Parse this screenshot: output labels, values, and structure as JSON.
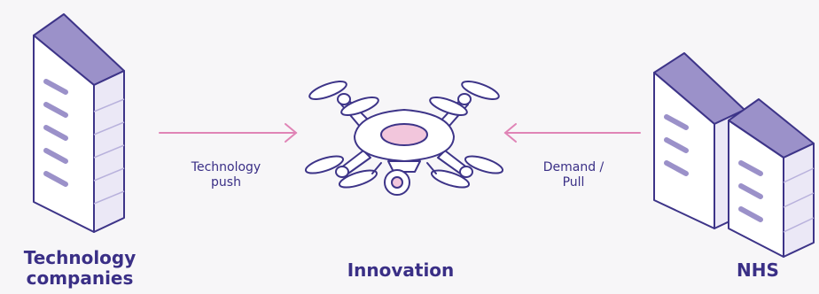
{
  "left_actor": {
    "line1": "Technology",
    "line2": "companies"
  },
  "center": {
    "label": "Innovation"
  },
  "right_actor": {
    "label": "NHS"
  },
  "left_arrow": {
    "line1": "Technology",
    "line2": "push"
  },
  "right_arrow": {
    "line1": "Demand /",
    "line2": "Pull"
  },
  "colors": {
    "text": "#3a2f86",
    "arrow": "#e084b6",
    "building_outline": "#3d3488",
    "building_roof": "#9b91c9",
    "building_side": "#ebe8f6",
    "drone_fill": "#ffffff",
    "drone_accent": "#f2c6dc"
  }
}
